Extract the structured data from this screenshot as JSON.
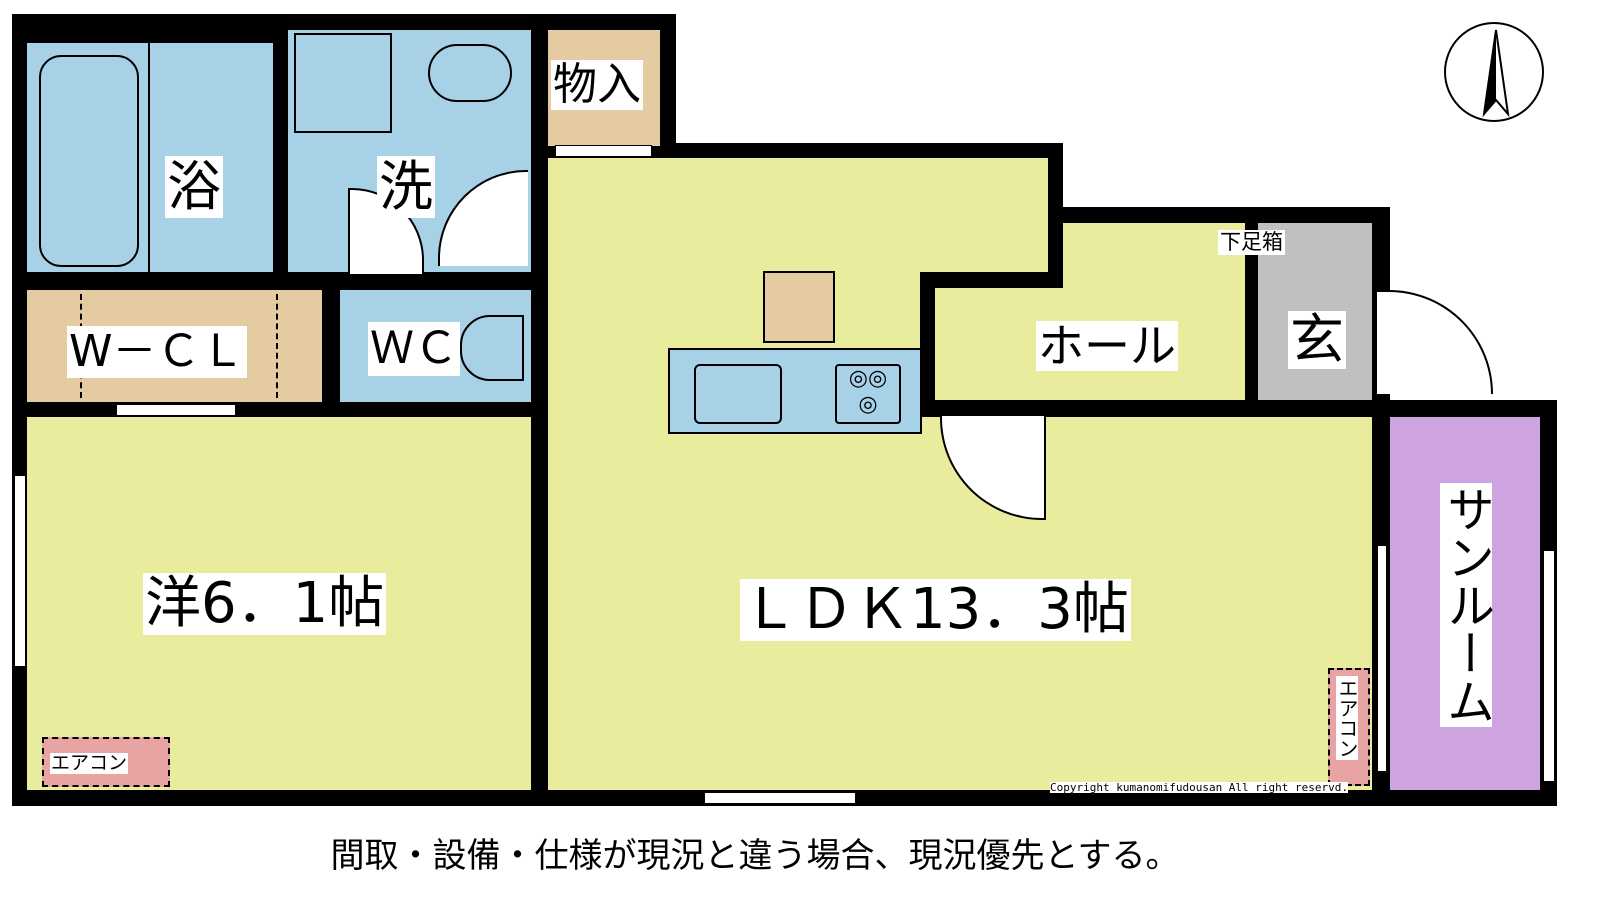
{
  "rooms": {
    "bath": "浴",
    "washroom": "洗",
    "storage": "物入",
    "wcl": "W－ＣＬ",
    "wc": "ＷＣ",
    "western": "洋6．1帖",
    "ldk": "ＬＤＫ13．3帖",
    "hall": "ホール",
    "entrance": "玄",
    "shoe_box": "下足箱",
    "sunroom": "サンルーム"
  },
  "aircon": {
    "western": "エアコン",
    "ldk": "エアコン"
  },
  "copyright": "Copyright kumanomifudousan All right reservd.",
  "note": "間取・設備・仕様が現況と違う場合、現況優先とする。",
  "colors": {
    "living": "#e9ec9c",
    "water": "#a6d1e6",
    "storage": "#e5cba2",
    "entrance": "#c0c0c0",
    "sunroom": "#cda3e0",
    "aircon": "#e8a3a3"
  }
}
